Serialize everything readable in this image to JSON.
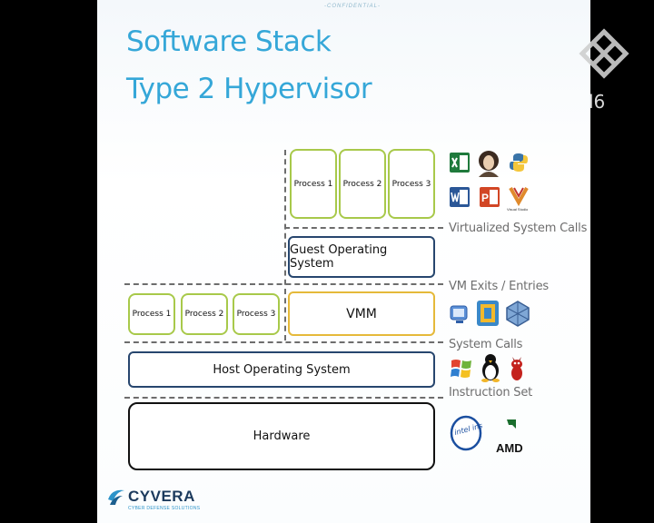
{
  "slide": {
    "confidential": "-CONFIDENTIAL-",
    "title_line1": "Software Stack",
    "title_line2": "Type 2 Hypervisor"
  },
  "diagram": {
    "guest_processes": [
      "Process 1",
      "Process 2",
      "Process 3"
    ],
    "guest_os": "Guest Operating System",
    "host_processes": [
      "Process 1",
      "Process 2",
      "Process 3"
    ],
    "vmm": "VMM",
    "host_os": "Host Operating System",
    "hardware": "Hardware"
  },
  "boundaries": {
    "virtualized_calls": "Virtualized System Calls",
    "vm_exits": "VM Exits / Entries",
    "system_calls": "System Calls",
    "instruction_set": "Instruction Set"
  },
  "icons": {
    "app_row1": [
      "excel-icon",
      "portrait-icon",
      "python-icon"
    ],
    "app_row2": [
      "word-icon",
      "powerpoint-icon",
      "visual-studio-icon"
    ],
    "visual_studio_caption": "Visual Studio",
    "vmm_row": [
      "virtual-pc-icon",
      "vmware-icon",
      "virtualbox-icon"
    ],
    "os_row": [
      "windows-icon",
      "linux-tux-icon",
      "bsd-daemon-icon"
    ],
    "intel_text": "intel inside",
    "amd_text": "AMD"
  },
  "brand": {
    "name": "CYVERA",
    "tagline": "CYBER DEFENSE SOLUTIONS"
  },
  "overlay": {
    "channel_text": "l6"
  },
  "colors": {
    "title": "#35a7d8",
    "process_border": "#a8c94a",
    "os_border": "#27466e",
    "vmm_border": "#e5b93a",
    "dashed_line": "#6d6d6d",
    "background_bars": "#000000"
  }
}
